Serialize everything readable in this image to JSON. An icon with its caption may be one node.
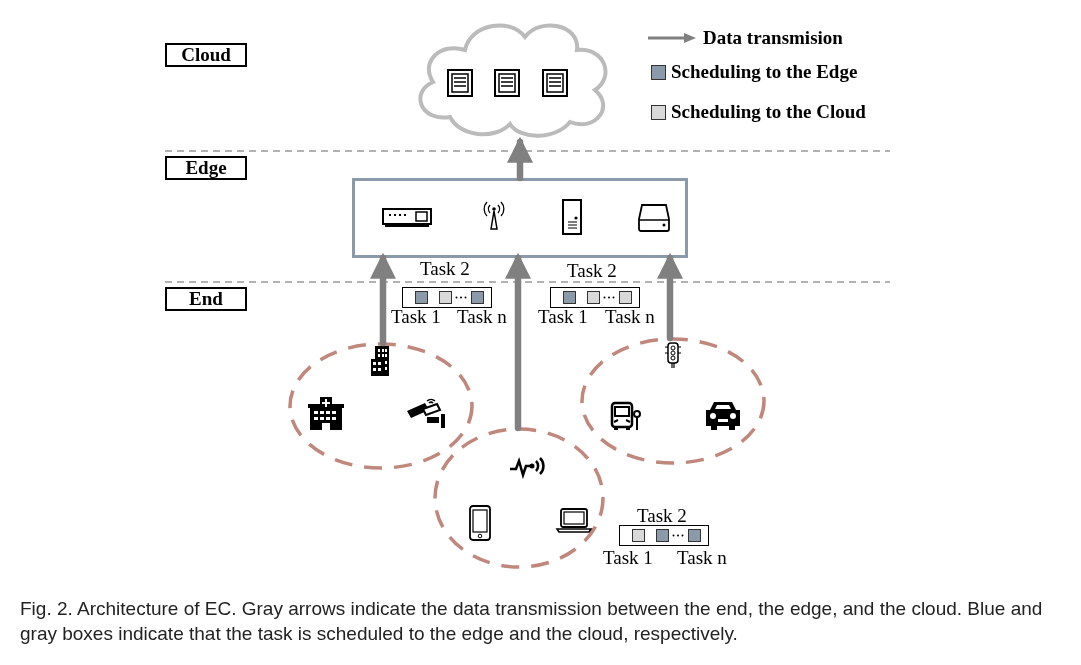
{
  "diagram": {
    "caption": "Fig. 2.  Architecture of EC. Gray arrows indicate the data transmission between the end, the edge, and the cloud. Blue and gray boxes indicate that the task is scheduled to the edge and the cloud, respectively.",
    "nodes": [
      {
        "text": [],
        "shape": "cloud"
      },
      {
        "text": [],
        "shape": "box"
      },
      {
        "text": [],
        "shape": "circle"
      },
      {
        "text": [],
        "shape": "circle"
      },
      {
        "text": [],
        "shape": "circle"
      }
    ],
    "edges": [
      {
        "from": 1,
        "to": 0,
        "arrow": "to"
      },
      {
        "from": 2,
        "to": 1,
        "arrow": "to"
      },
      {
        "from": 4,
        "to": 1,
        "arrow": "to"
      },
      {
        "from": 3,
        "to": 1,
        "arrow": "to"
      }
    ],
    "labels": [
      "Cloud",
      "Edge",
      "End",
      "Task 2",
      "Task 2",
      "Task 1",
      "Task n",
      "Task 1",
      "Task n",
      "Task 2",
      "Task 1",
      "Task n"
    ],
    "legend": [
      {
        "text": "Data transmision"
      },
      {
        "text": "Scheduling to the Edge",
        "color": "#8a9aab"
      },
      {
        "text": "Scheduling to the Cloud",
        "color": "#d9d9d9"
      }
    ]
  }
}
